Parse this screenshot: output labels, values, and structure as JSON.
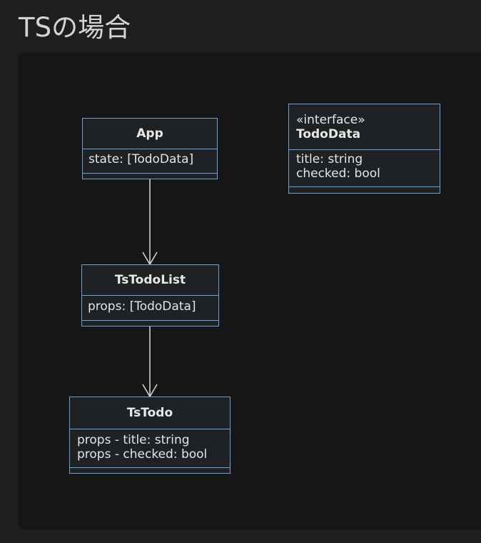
{
  "page": {
    "heading": "TSの場合"
  },
  "diagram": {
    "classes": [
      {
        "id": "app",
        "name": "App",
        "stereotype": "",
        "attributes": [
          "state: [TodoData]"
        ]
      },
      {
        "id": "todo-data",
        "name": "TodoData",
        "stereotype": "«interface»",
        "attributes": [
          "title: string",
          "checked: bool"
        ]
      },
      {
        "id": "ts-todo-list",
        "name": "TsTodoList",
        "stereotype": "",
        "attributes": [
          "props: [TodoData]"
        ]
      },
      {
        "id": "ts-todo",
        "name": "TsTodo",
        "stereotype": "",
        "attributes": [
          "props - title: string",
          "props - checked: bool"
        ]
      }
    ],
    "relations": [
      {
        "from": "app",
        "to": "ts-todo-list",
        "type": "association"
      },
      {
        "from": "ts-todo-list",
        "to": "ts-todo",
        "type": "association"
      }
    ],
    "colors": {
      "box_border": "#6d9fd4",
      "box_fill": "#1f2224",
      "canvas_bg": "#161617",
      "page_bg": "#1e1e1e",
      "arrow": "#d0d0d0",
      "text": "#e4e4e4"
    }
  }
}
